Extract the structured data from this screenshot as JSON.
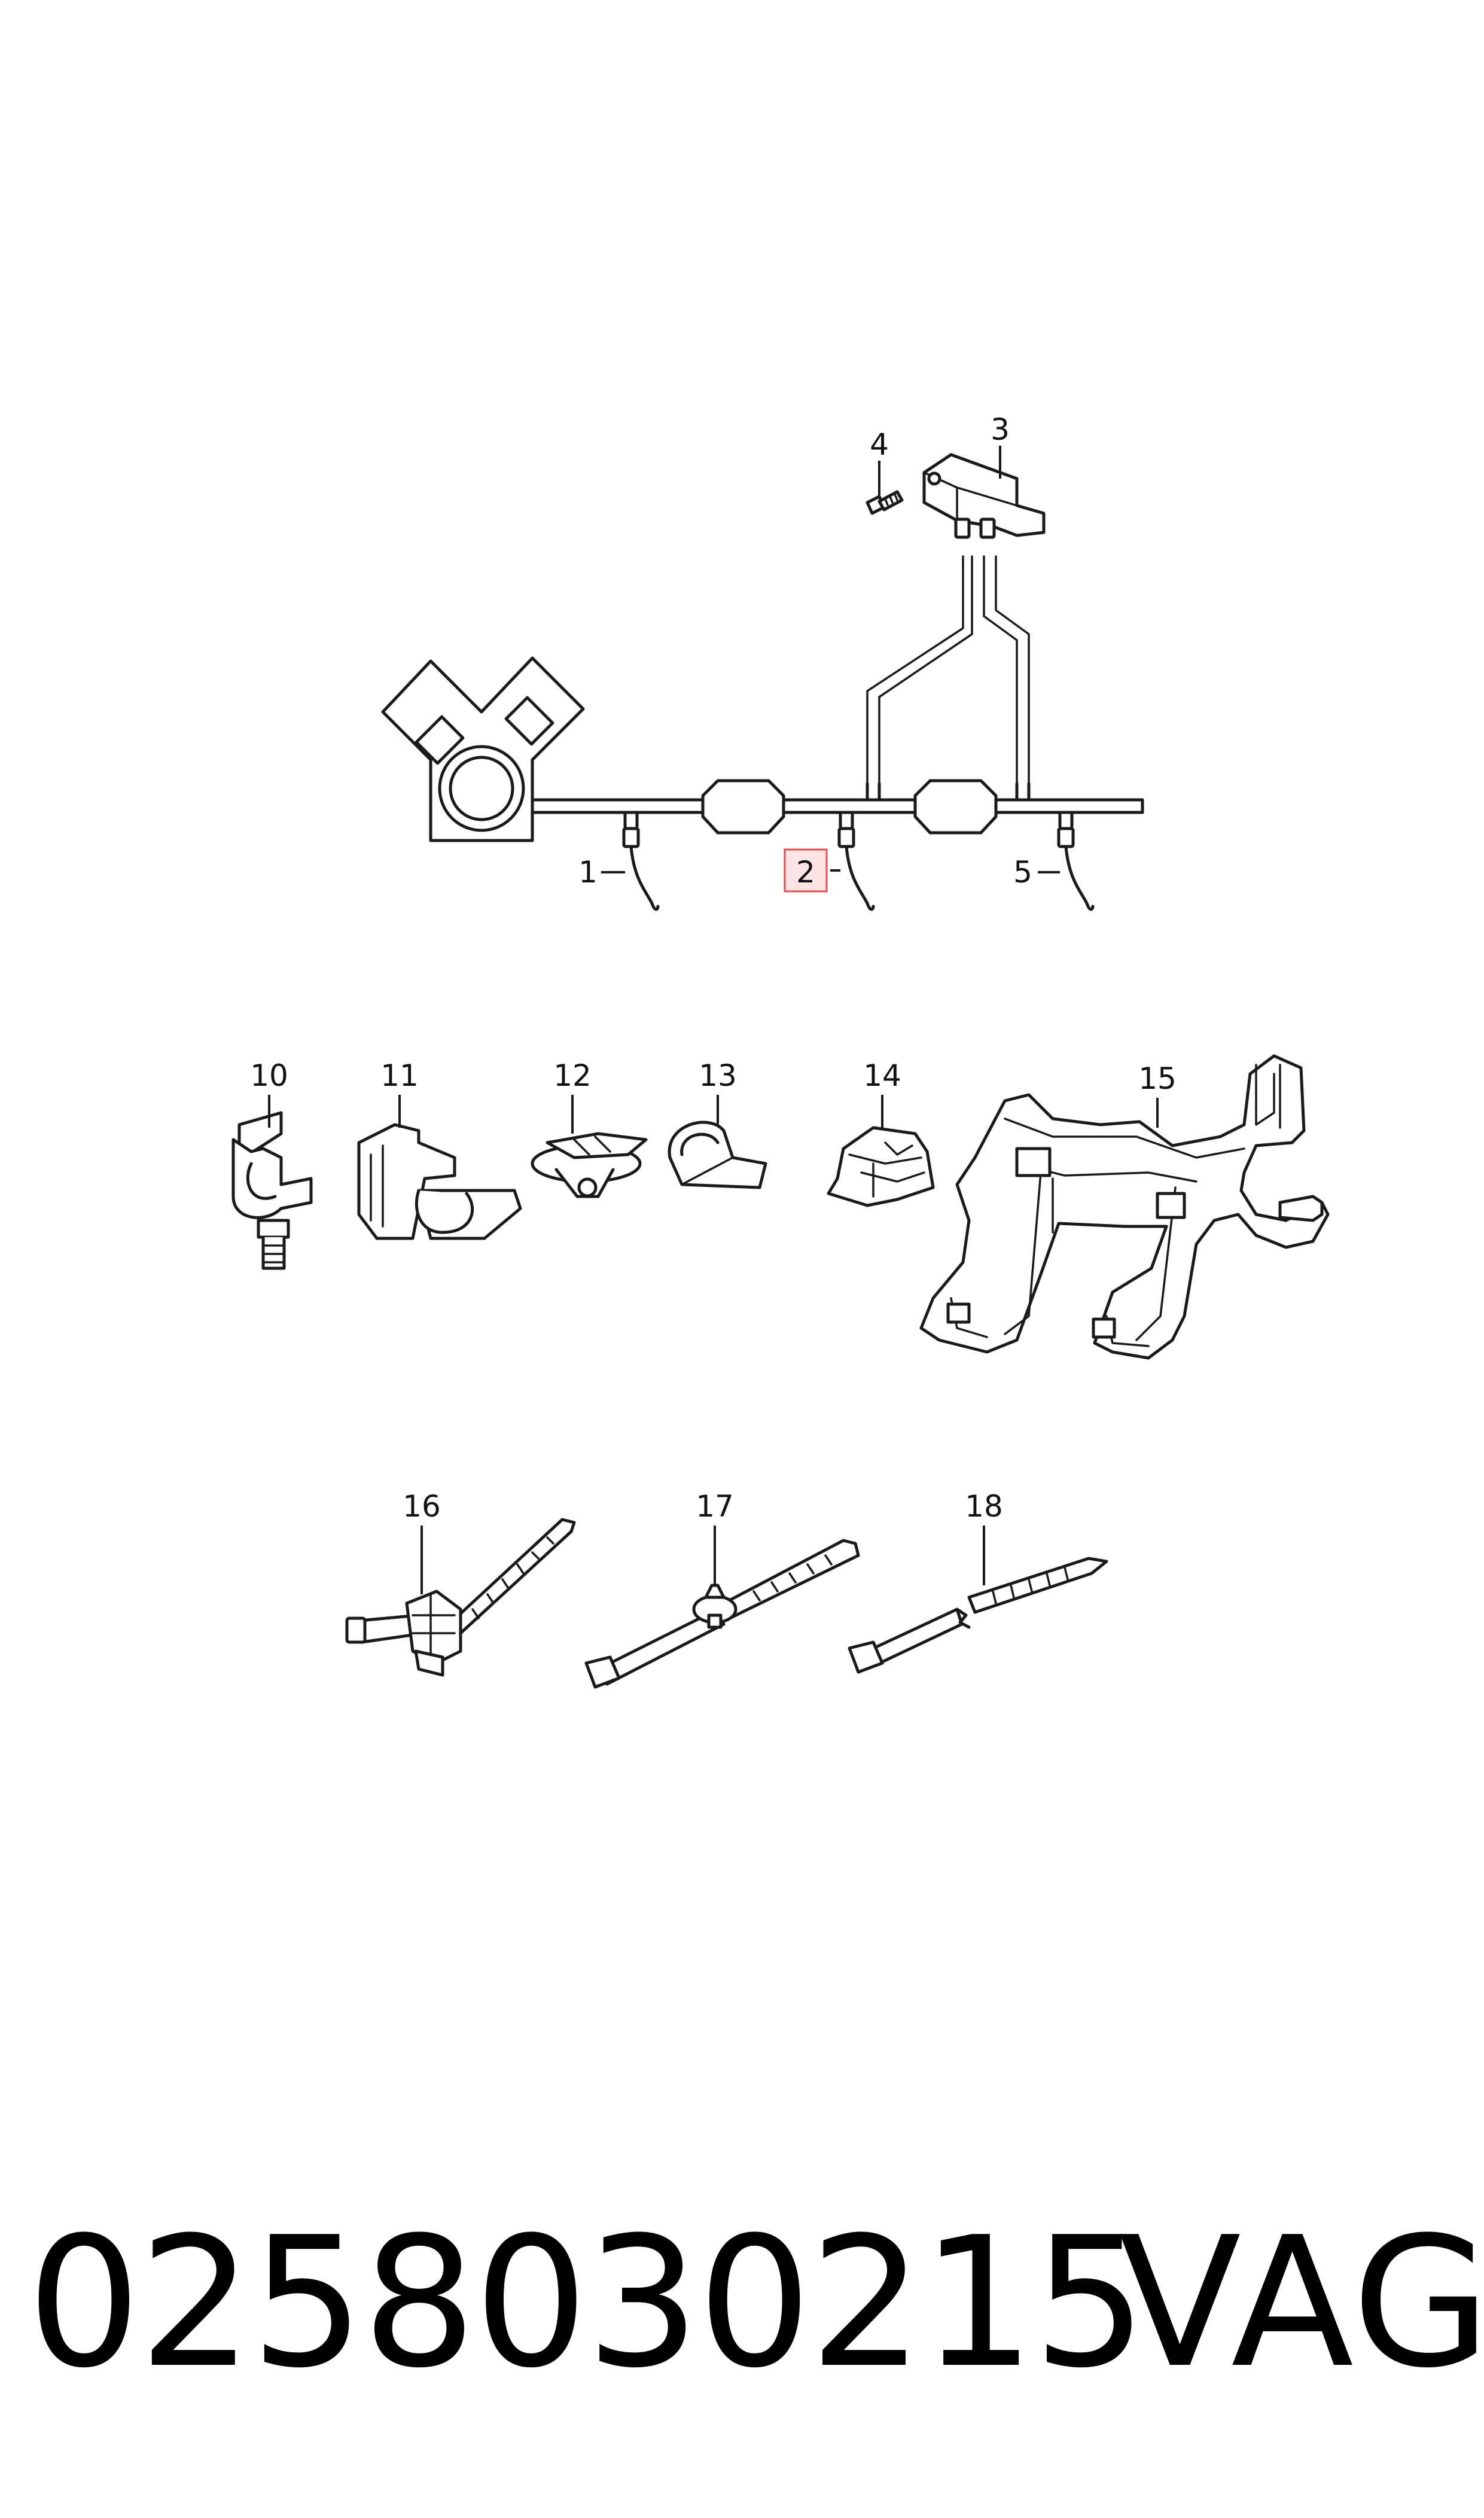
{
  "callouts": {
    "c1": "1",
    "c2": "2",
    "c3": "3",
    "c4": "4",
    "c5": "5",
    "c10": "10",
    "c11": "11",
    "c12": "12",
    "c13": "13",
    "c14": "14",
    "c15": "15",
    "c16": "16",
    "c17": "17",
    "c18": "18"
  },
  "footer": {
    "part_number": "0258030215",
    "brand": "VAG"
  },
  "colors": {
    "line": "#1a1a1a",
    "highlight_fill": "#fde4e4",
    "highlight_border": "#e05050"
  }
}
